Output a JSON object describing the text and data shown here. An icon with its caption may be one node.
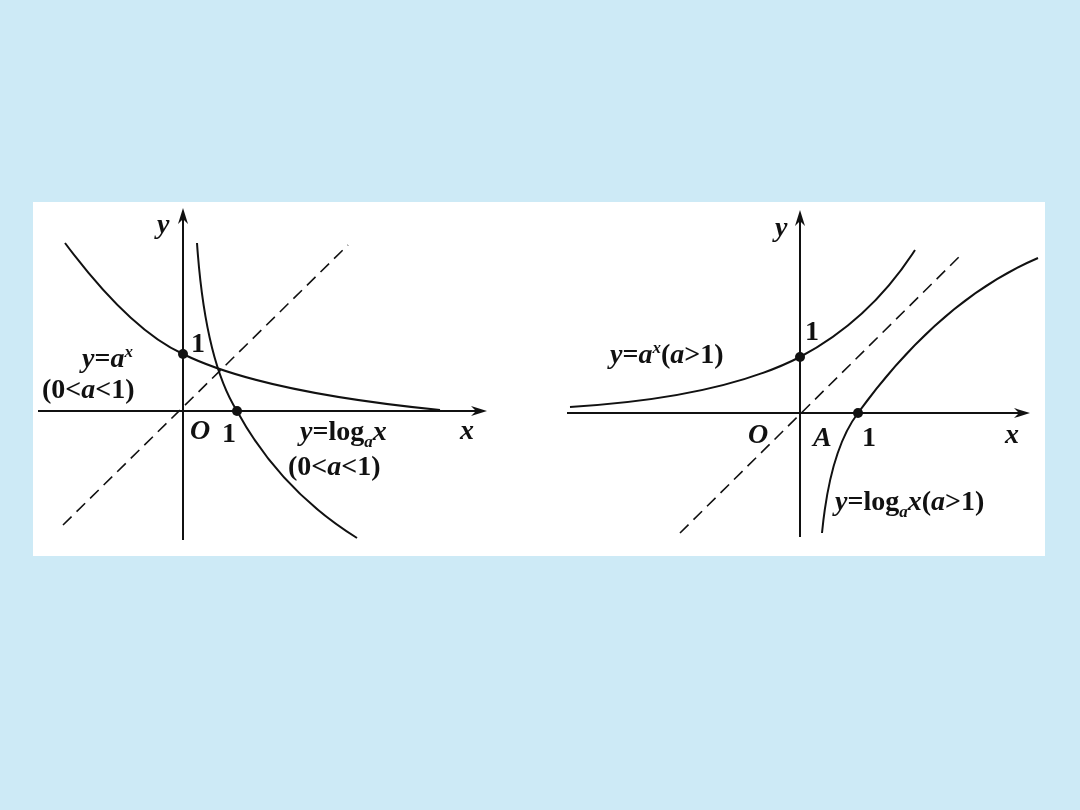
{
  "diagram": {
    "labels": [
      "y",
      "1",
      "*y*=*a*$^{x}$",
      "(0<*a*<1)",
      "O",
      "1",
      "*y*=log$_{a}$*x*",
      "(0<*a*<1)",
      "x",
      "y",
      "1",
      "*y*=*a*$^{x}$(*a*>1)",
      "O",
      "A",
      "1",
      "x",
      "*y*=log$_{a}$*x*(*a*>1)"
    ]
  }
}
